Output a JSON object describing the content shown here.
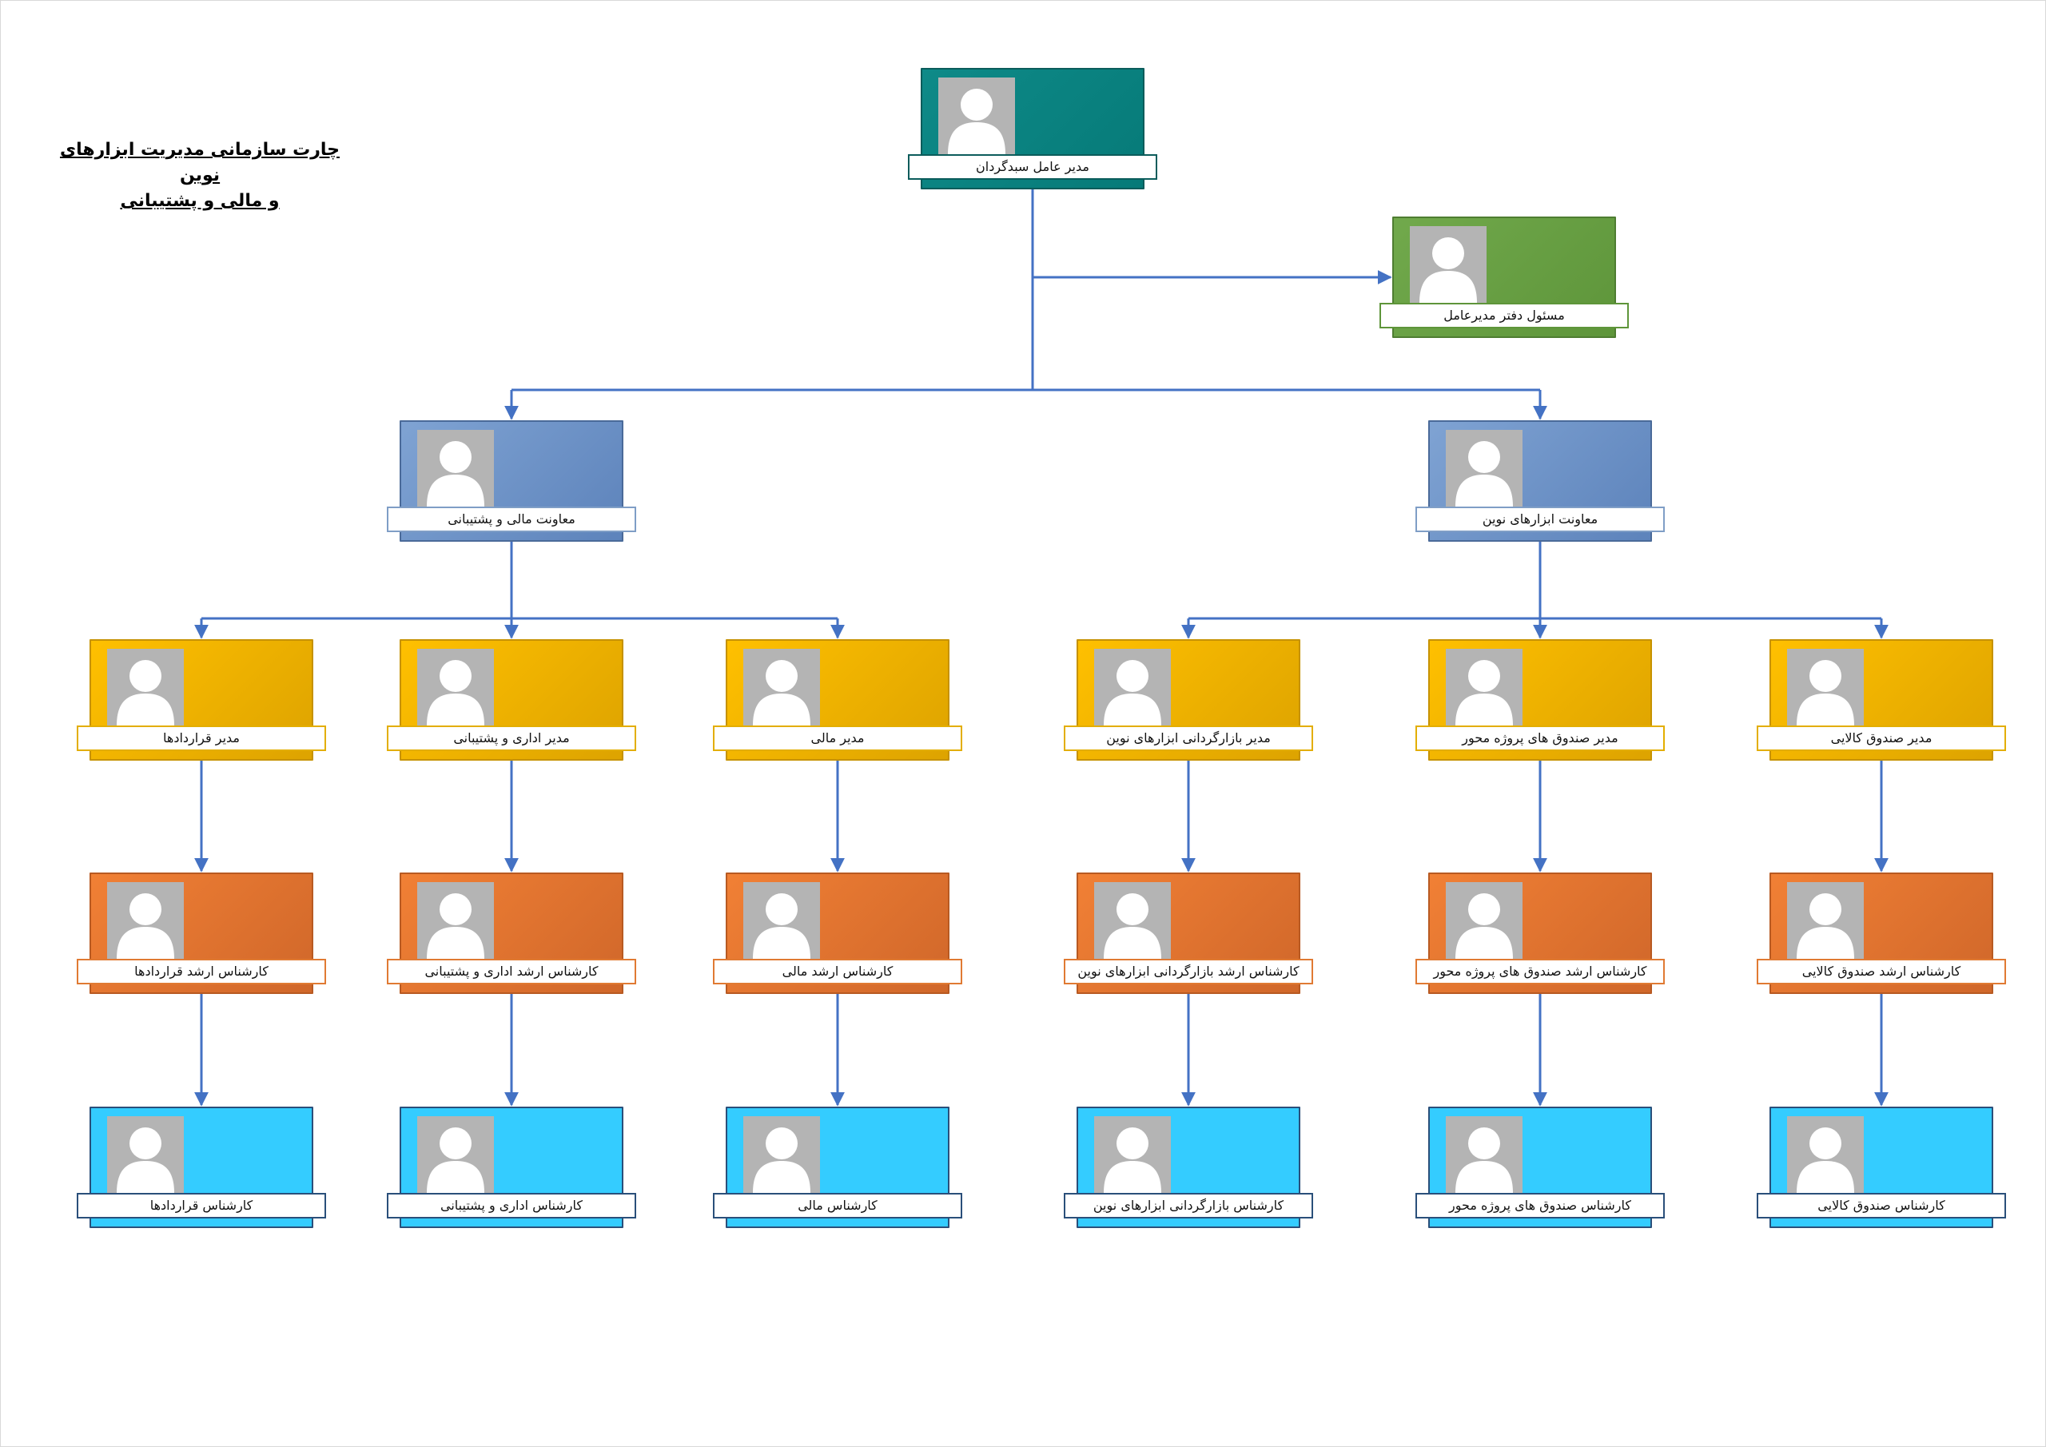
{
  "title": {
    "line1": "چارت سازمانی مدیریت ابزارهای نوین",
    "line2": "و مالی و پشتیبانی"
  },
  "nodes": {
    "ceo": "مدیر عامل سبدگردان",
    "ceo_office": "مسئول دفتر مدیرعامل",
    "finance_deputy": "معاونت مالی و پشتیبانی",
    "novel_deputy": "معاونت ابزارهای نوین",
    "contracts_manager": "مدیر قراردادها",
    "admin_manager": "مدیر اداری و پشتیبانی",
    "finance_manager": "مدیر مالی",
    "marketing_manager": "مدیر بازارگردانی ابزارهای نوین",
    "project_funds_manager": "مدیر صندوق های پروژه محور",
    "commodity_fund_manager": "مدیر صندوق کالایی",
    "senior_contracts": "کارشناس ارشد قراردادها",
    "senior_admin": "کارشناس ارشد اداری و پشتیبانی",
    "senior_finance": "کارشناس ارشد مالی",
    "senior_marketing": "کارشناس ارشد بازارگردانی ابزارهای نوین",
    "senior_project_funds": "کارشناس ارشد صندوق های پروژه محور",
    "senior_commodity": "کارشناس ارشد صندوق کالایی",
    "contracts_expert": "کارشناس قراردادها",
    "admin_expert": "کارشناس  اداری و پشتیبانی",
    "finance_expert": "کارشناس مالی",
    "marketing_expert": "کارشناس بازارگردانی ابزارهای نوین",
    "project_funds_expert": "کارشناس صندوق های پروژه محور",
    "commodity_expert": "کارشناس صندوق کالایی"
  },
  "colors": {
    "connector": "#4472c4",
    "teal": "#067a78",
    "green": "#5e953a",
    "steel": "#6a8fc4",
    "gold": "#ffc000",
    "orange": "#e07a33",
    "sky": "#34ccff"
  },
  "icons": {
    "photo_placeholder": "person-silhouette-icon"
  }
}
